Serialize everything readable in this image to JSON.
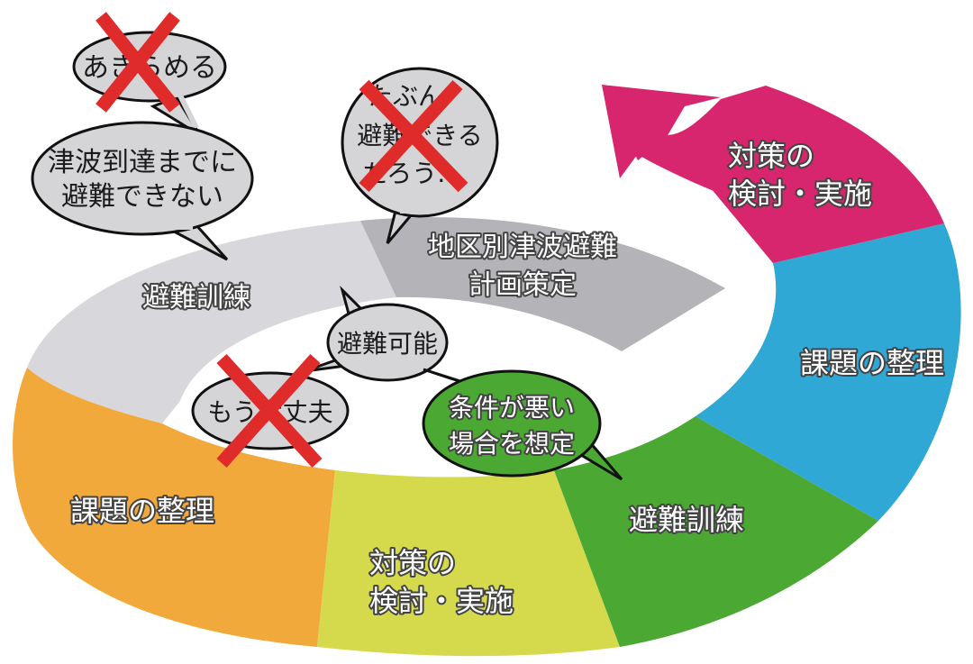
{
  "colors": {
    "light_gray": "#d8d8dc",
    "mid_gray": "#b3b3b8",
    "orange": "#f2a93b",
    "yellow_green": "#d5d94c",
    "green": "#4aa833",
    "blue": "#2fa8d6",
    "magenta": "#d7256e",
    "bubble_gray": "#d5d5d8",
    "bubble_green": "#4aa833",
    "cross_red": "#e02b2b"
  },
  "spiral_labels": {
    "inner_training": "避難訓練",
    "inner_plan_line1": "地区別津波避難",
    "inner_plan_line2": "計画策定",
    "outer_issues_1": "課題の整理",
    "outer_measures_1_line1": "対策の",
    "outer_measures_1_line2": "検討・実施",
    "outer_training": "避難訓練",
    "outer_issues_2": "課題の整理",
    "outer_measures_2_line1": "対策の",
    "outer_measures_2_line2": "検討・実施"
  },
  "bubbles": {
    "give_up": "あきらめる",
    "cannot_evacuate_line1": "津波到達までに",
    "cannot_evacuate_line2": "避難できない",
    "maybe_line1": "たぶん",
    "maybe_line2": "避難できる",
    "maybe_line3": "だろう…",
    "possible": "避難可能",
    "ok_now": "もう大丈夫",
    "assume_line1": "条件が悪い",
    "assume_line2": "場合を想定"
  },
  "icons": [
    "cross-mark-icon",
    "arrow-head-icon"
  ]
}
